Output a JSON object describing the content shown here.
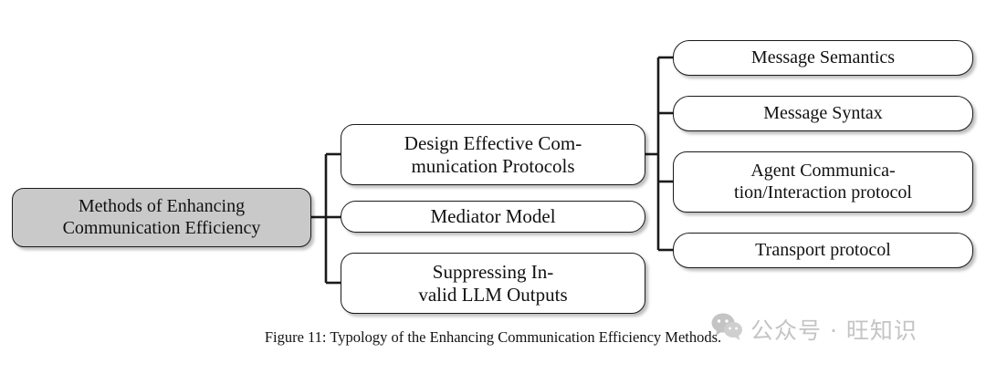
{
  "figure": {
    "caption": "Figure 11: Typology of the Enhancing Communication Efficiency Methods.",
    "root": {
      "label": "Methods of Enhancing\nCommunication Efficiency",
      "fill_color": "#c9c9c9",
      "border_color": "#1a1a1a",
      "text_color": "#111111"
    },
    "branches": [
      {
        "label": "Design Effective Com-\nmunication Protocols",
        "children": [
          {
            "label": "Message Semantics"
          },
          {
            "label": "Message Syntax"
          },
          {
            "label": "Agent Communica-\ntion/Interaction protocol"
          },
          {
            "label": "Transport protocol"
          }
        ]
      },
      {
        "label": "Mediator Model",
        "children": []
      },
      {
        "label": "Suppressing In-\nvalid LLM Outputs",
        "children": []
      }
    ]
  },
  "watermark": {
    "icon": "wechat-icon",
    "text": "公众号 · 旺知识",
    "color": "#c4c4c4"
  }
}
